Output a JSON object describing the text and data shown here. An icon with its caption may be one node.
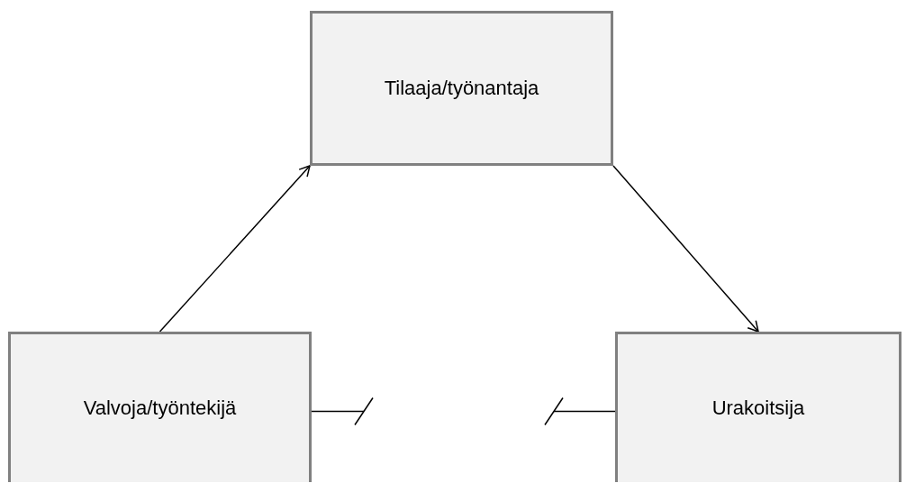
{
  "diagram": {
    "nodes": [
      {
        "text": [
          "Tilaaja/työnantaja"
        ]
      },
      {
        "text": [
          "Valvoja/työntekijä"
        ]
      },
      {
        "text": [
          "Urakoitsija"
        ]
      }
    ],
    "edges": [
      {
        "from": 1,
        "to": 0,
        "arrow": "to"
      },
      {
        "from": 0,
        "to": 2,
        "arrow": "to"
      },
      {
        "from": 1,
        "to": null,
        "arrow": "other"
      },
      {
        "from": 2,
        "to": null,
        "arrow": "other"
      }
    ]
  }
}
